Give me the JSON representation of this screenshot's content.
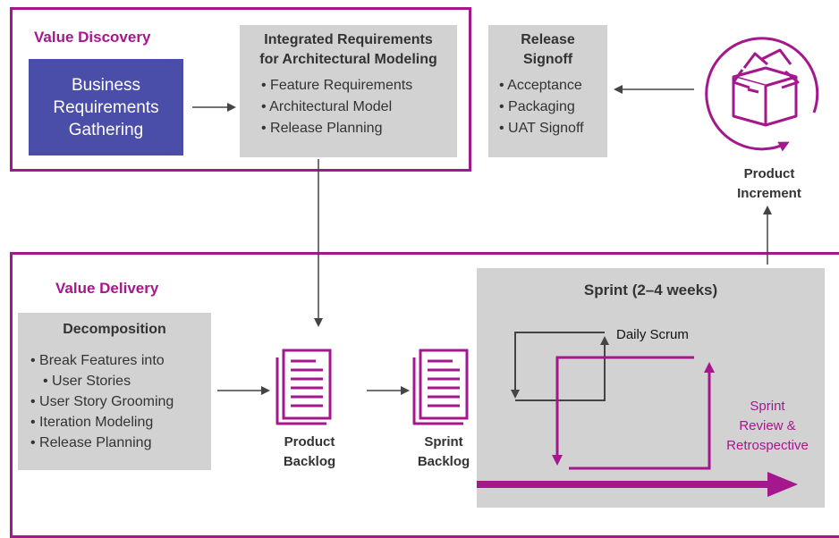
{
  "value_discovery": {
    "title": "Value Discovery",
    "business_box": [
      "Business",
      "Requirements",
      "Gathering"
    ],
    "integrated": {
      "title": [
        "Integrated Requirements",
        "for Architectural Modeling"
      ],
      "items": [
        "Feature Requirements",
        "Architectural Model",
        "Release Planning"
      ]
    }
  },
  "release_signoff": {
    "title": [
      "Release",
      "Signoff"
    ],
    "items": [
      "Acceptance",
      "Packaging",
      "UAT Signoff"
    ]
  },
  "product_increment": {
    "label": [
      "Product",
      "Increment"
    ],
    "icon": "open-box-icon"
  },
  "value_delivery": {
    "title": "Value Delivery",
    "decomposition": {
      "title": "Decomposition",
      "items": [
        "Break Features into",
        "User Stories",
        "User Story Grooming",
        "Iteration Modeling",
        "Release Planning"
      ]
    },
    "product_backlog": [
      "Product",
      "Backlog"
    ],
    "sprint_backlog": [
      "Sprint",
      "Backlog"
    ],
    "sprint": {
      "title": "Sprint (2–4 weeks)",
      "daily_scrum": "Daily Scrum",
      "review": [
        "Sprint",
        "Review &",
        "Retrospective"
      ]
    }
  },
  "colors": {
    "accent": "#a5178c",
    "blue": "#4b4ea8",
    "grey_box": "#d2d2d2",
    "arrow": "#444444"
  }
}
